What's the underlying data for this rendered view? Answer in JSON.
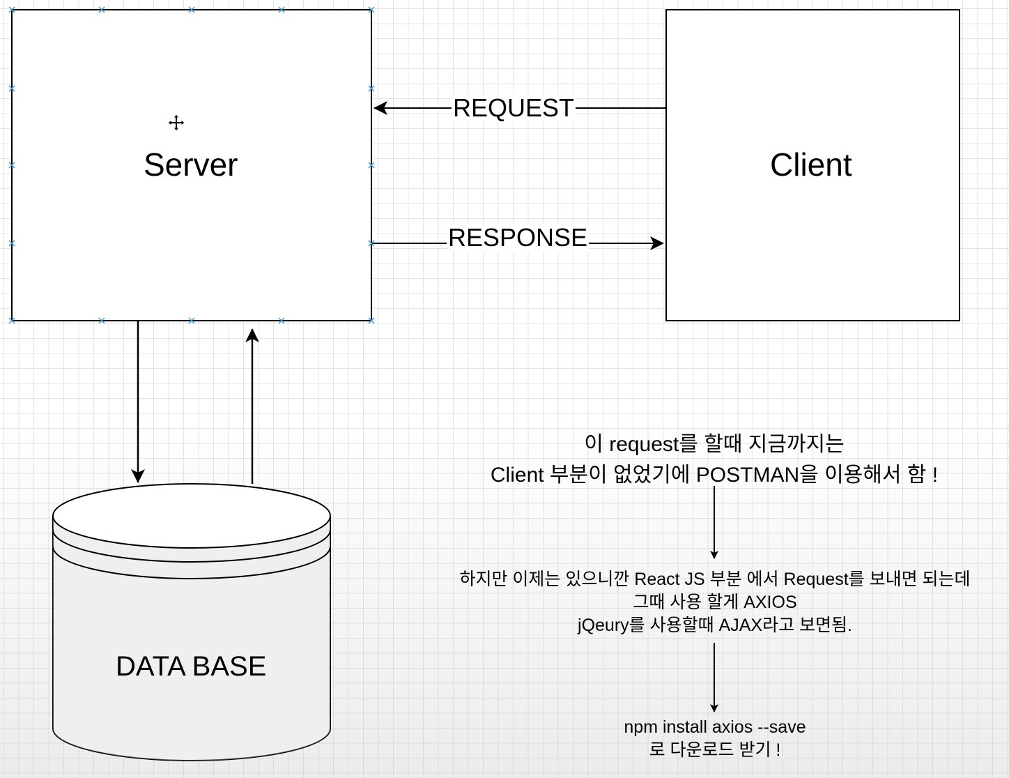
{
  "nodes": {
    "server": {
      "label": "Server"
    },
    "client": {
      "label": "Client"
    },
    "database": {
      "label": "DATA BASE"
    }
  },
  "edges": {
    "request": {
      "label": "REQUEST"
    },
    "response": {
      "label": "RESPONSE"
    }
  },
  "notes": {
    "note1": {
      "line1": "이 request를 할때 지금까지는",
      "line2": "Client 부분이 없었기에   POSTMAN을 이용해서 함 !"
    },
    "note2": {
      "line1": "하지만 이제는 있으니깐 React JS 부분 에서  Request를 보내면 되는데",
      "line2": "그때 사용 할게  AXIOS",
      "line3": "jQeury를 사용할때 AJAX라고 보면됨."
    },
    "note3": {
      "line1": "npm install axios --save",
      "line2": "로  다운로드 받기 !"
    }
  },
  "icons": {
    "selection_handle": "x-handle-icon",
    "move_cursor": "move-cursor-icon"
  },
  "colors": {
    "selection_handle": "#3d9bd6",
    "stroke": "#000000"
  }
}
